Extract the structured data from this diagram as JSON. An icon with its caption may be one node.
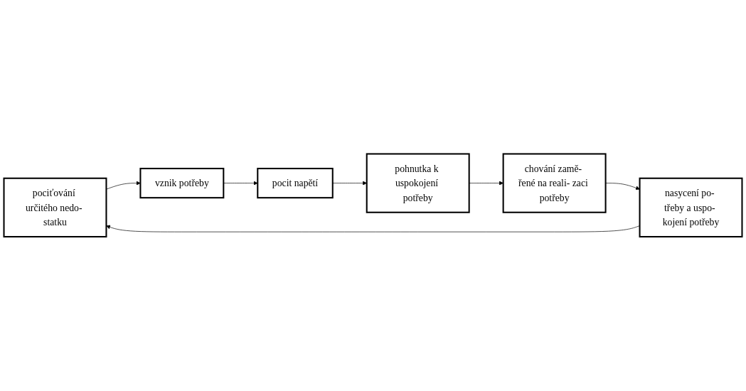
{
  "diagram": {
    "nodes": [
      {
        "text": [
          "pociťování určitého nedo- statku"
        ]
      },
      {
        "text": [
          "nasycení po- třeby a uspo- kojení potřeby"
        ]
      },
      {
        "text": [
          "chování zamě- řené na reali- zaci potřeby"
        ]
      },
      {
        "text": [
          "vznik potřeby"
        ]
      },
      {
        "text": [
          "pocit napětí"
        ]
      },
      {
        "text": [
          "pohnutka k uspokojení potřeby"
        ]
      }
    ],
    "edges": [
      {
        "from": 0,
        "to": 3,
        "arrow": "to"
      },
      {
        "from": 3,
        "to": 4,
        "arrow": "to"
      },
      {
        "from": 4,
        "to": 5,
        "arrow": "to"
      },
      {
        "from": 5,
        "to": 2,
        "arrow": "to"
      },
      {
        "from": 2,
        "to": 1,
        "arrow": "to"
      },
      {
        "from": 1,
        "to": 0,
        "arrow": "to"
      }
    ]
  }
}
